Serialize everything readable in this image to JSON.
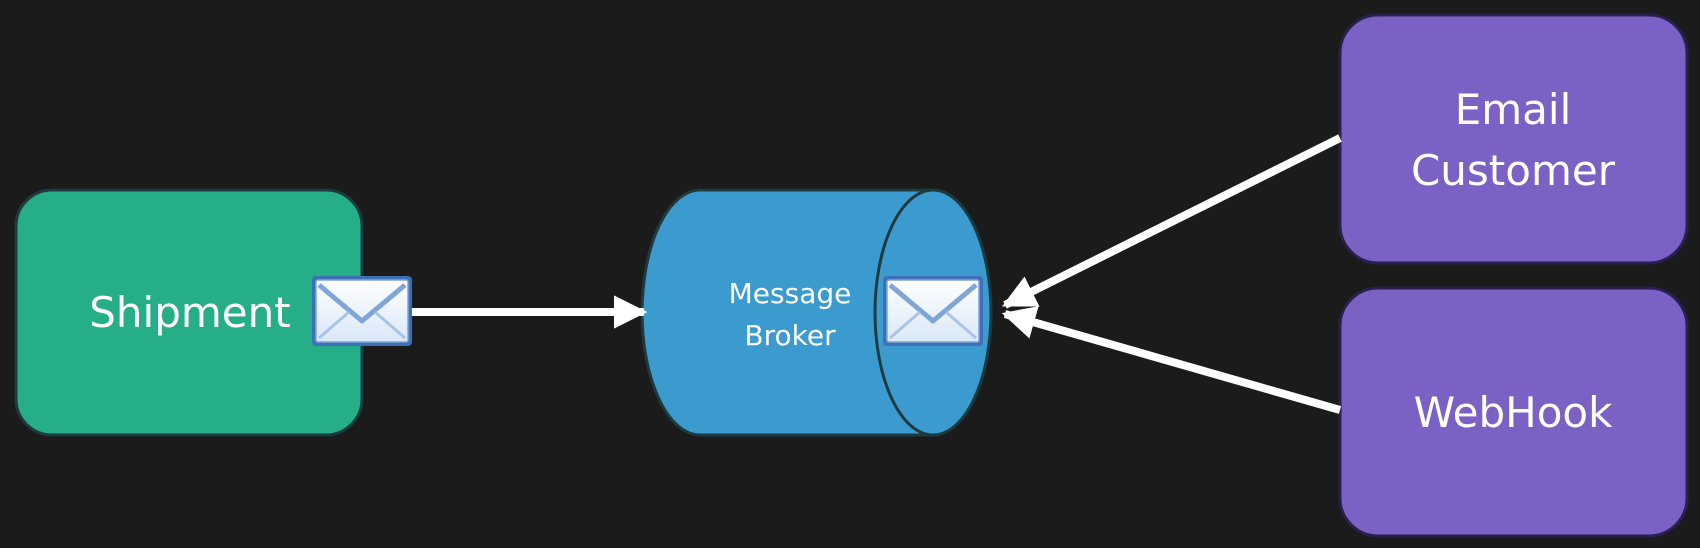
{
  "nodes": {
    "shipment": {
      "label": "Shipment",
      "color": "#26ae88"
    },
    "broker": {
      "line1": "Message",
      "line2": "Broker",
      "color": "#3b9bcf"
    },
    "email_customer": {
      "line1": "Email",
      "line2": "Customer",
      "color": "#7b61c4"
    },
    "webhook": {
      "label": "WebHook",
      "color": "#7b61c4"
    }
  },
  "icons": [
    "envelope-icon",
    "envelope-icon"
  ],
  "colors": {
    "background": "#1b1b1b",
    "arrow": "#ffffff",
    "border": "#1d3a3f"
  }
}
